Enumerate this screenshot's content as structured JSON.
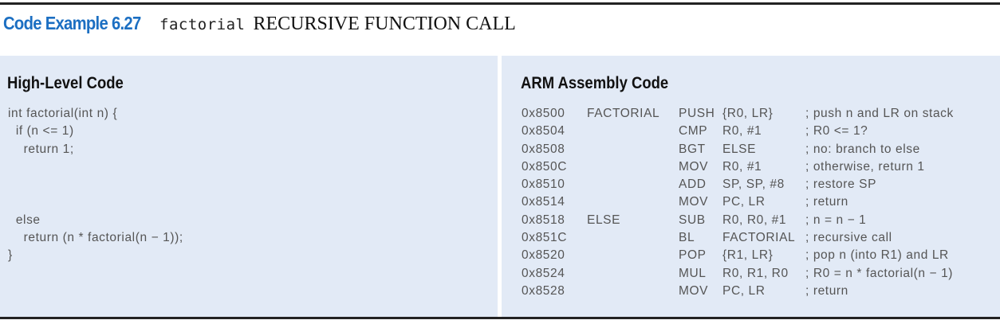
{
  "title": {
    "label": "Code Example 6.27",
    "function_name": "factorial",
    "caption": "RECURSIVE FUNCTION CALL"
  },
  "high_level": {
    "heading": "High-Level Code",
    "lines": [
      "int factorial(int n) {",
      "  if (n <= 1)",
      "    return 1;",
      "",
      "",
      "",
      "  else",
      "    return (n * factorial(n − 1));",
      "}"
    ]
  },
  "assembly": {
    "heading": "ARM Assembly Code",
    "rows": [
      {
        "addr": "0x8500",
        "label": "FACTORIAL",
        "op": "PUSH",
        "args": "{R0, LR}",
        "comment": "; push n and LR on stack"
      },
      {
        "addr": "0x8504",
        "label": "",
        "op": "CMP",
        "args": "R0, #1",
        "comment": "; R0 <= 1?"
      },
      {
        "addr": "0x8508",
        "label": "",
        "op": "BGT",
        "args": "ELSE",
        "comment": "; no: branch to else"
      },
      {
        "addr": "0x850C",
        "label": "",
        "op": "MOV",
        "args": "R0, #1",
        "comment": "; otherwise, return 1"
      },
      {
        "addr": "0x8510",
        "label": "",
        "op": "ADD",
        "args": "SP, SP, #8",
        "comment": "; restore SP"
      },
      {
        "addr": "0x8514",
        "label": "",
        "op": "MOV",
        "args": "PC, LR",
        "comment": "; return"
      },
      {
        "addr": "0x8518",
        "label": "ELSE",
        "op": "SUB",
        "args": "R0, R0, #1",
        "comment": "; n = n − 1"
      },
      {
        "addr": "0x851C",
        "label": "",
        "op": "BL",
        "args": "FACTORIAL",
        "comment": "; recursive call"
      },
      {
        "addr": "0x8520",
        "label": "",
        "op": "POP",
        "args": "{R1, LR}",
        "comment": "; pop n (into R1) and LR"
      },
      {
        "addr": "0x8524",
        "label": "",
        "op": "MUL",
        "args": "R0, R1, R0",
        "comment": "; R0 = n * factorial(n − 1)"
      },
      {
        "addr": "0x8528",
        "label": "",
        "op": "MOV",
        "args": "PC, LR",
        "comment": "; return"
      }
    ]
  }
}
